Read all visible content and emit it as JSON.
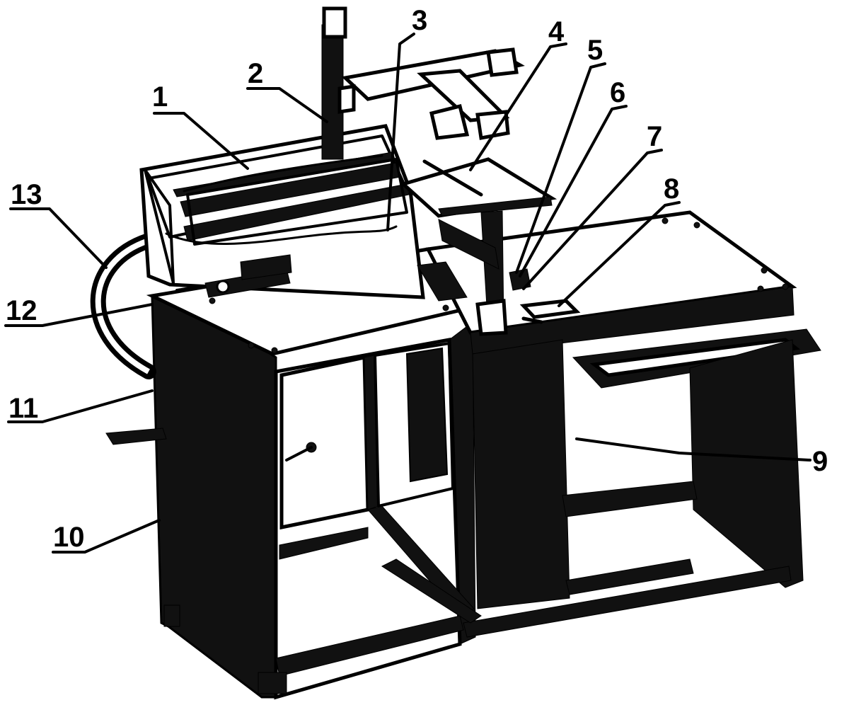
{
  "figure": {
    "callouts": [
      {
        "number": "1"
      },
      {
        "number": "2"
      },
      {
        "number": "3"
      },
      {
        "number": "4"
      },
      {
        "number": "5"
      },
      {
        "number": "6"
      },
      {
        "number": "7"
      },
      {
        "number": "8"
      },
      {
        "number": "9"
      },
      {
        "number": "10"
      },
      {
        "number": "11"
      },
      {
        "number": "12"
      },
      {
        "number": "13"
      }
    ]
  }
}
